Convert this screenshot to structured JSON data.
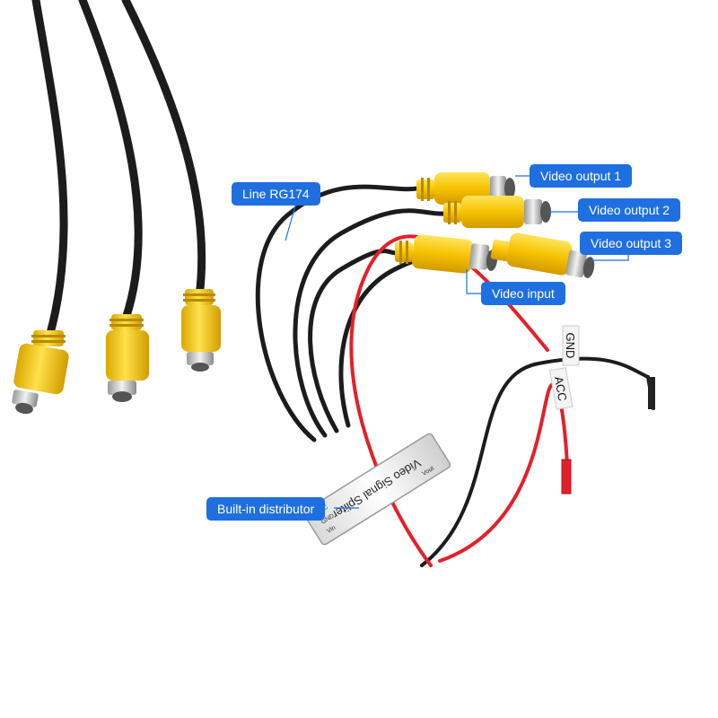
{
  "callouts": {
    "line": "Line RG174",
    "out1": "Video output 1",
    "out2": "Video output 2",
    "out3": "Video output 3",
    "input": "Video input",
    "distributor": "Built-in distributor"
  },
  "wire_tags": {
    "gnd": "GND",
    "acc": "ACC"
  },
  "device": {
    "name": "Video Signal Spliter",
    "pin_acc": "ACC",
    "pin_gnd": "GND",
    "pin_vin": "Vin",
    "pin_vout": "Vout"
  },
  "colors": {
    "callout": "#1f6fe0",
    "connector": "#f5c400",
    "cable": "#1c1c1c",
    "red_wire": "#e3202a"
  }
}
